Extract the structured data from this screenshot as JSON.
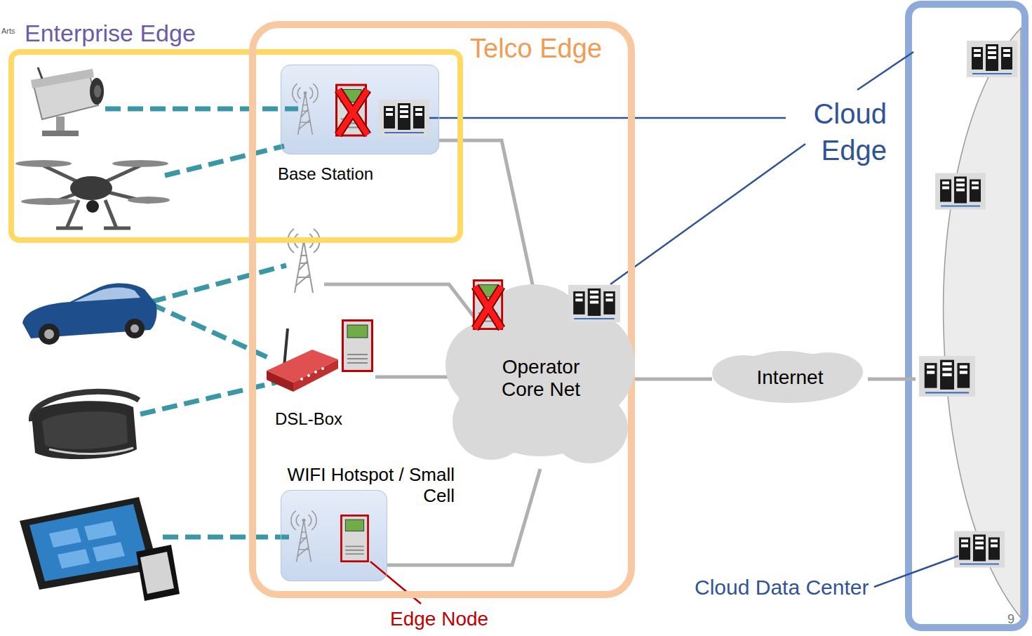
{
  "diagram": {
    "nodes": [
      {
        "text": [
          "Enterprise Edge"
        ]
      },
      {
        "text": [
          "Telco Edge"
        ]
      },
      {
        "text": [
          "Base Station"
        ],
        "in": 1
      },
      {
        "text": [
          "Operator Core Net"
        ],
        "in": 1
      },
      {
        "text": [
          "DSL-Box"
        ],
        "in": 1
      },
      {
        "text": [
          "WIFI Hotspot / Small Cell"
        ],
        "in": 1
      },
      {
        "text": [
          "Internet"
        ]
      }
    ],
    "edges": [
      {
        "from": 2,
        "to": 3,
        "arrow": "none"
      },
      {
        "from": 4,
        "to": 3,
        "arrow": "none"
      },
      {
        "from": 5,
        "to": 3,
        "arrow": "none"
      },
      {
        "from": 3,
        "to": 6,
        "arrow": "none"
      }
    ],
    "labels": [
      "Arts",
      "Cloud Edge",
      "Edge Node",
      "Cloud Data Center",
      "9"
    ]
  }
}
